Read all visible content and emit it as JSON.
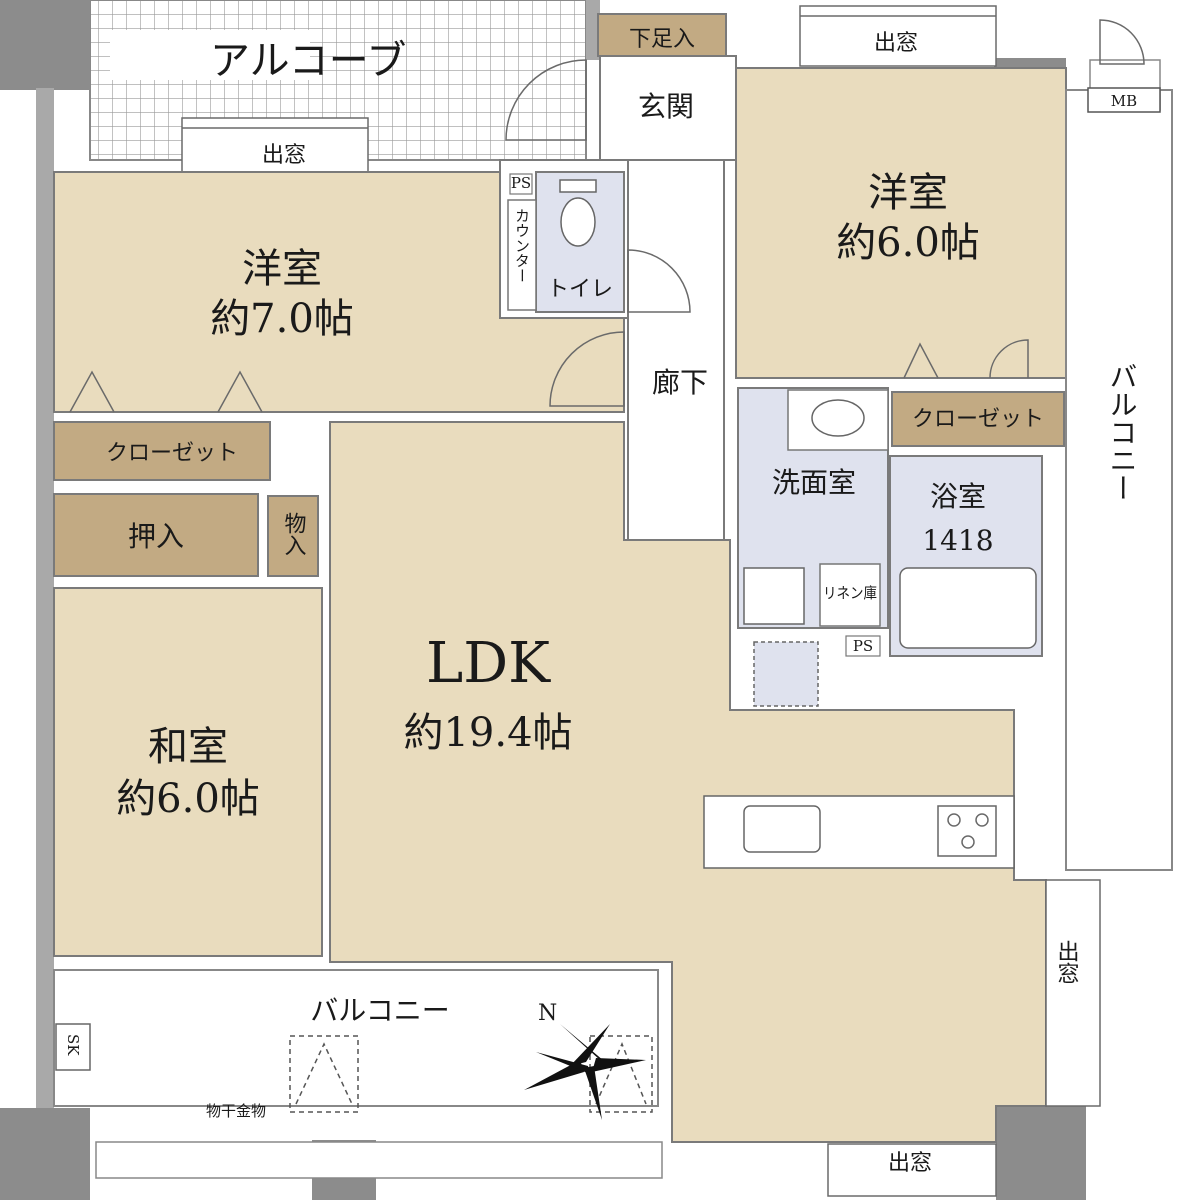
{
  "rooms": {
    "alcove": "アルコーブ",
    "shoe_storage": "下足入",
    "entrance": "玄関",
    "western_room_1": {
      "name": "洋室",
      "size": "約7.0帖"
    },
    "western_room_2": {
      "name": "洋室",
      "size": "約6.0帖"
    },
    "toilet": "トイレ",
    "counter": "カウンター",
    "hallway": "廊下",
    "closet_1": "クローゼット",
    "closet_2": "クローゼット",
    "oshiire": "押入",
    "storage": "物入",
    "washroom": "洗面室",
    "bathroom": {
      "name": "浴室",
      "size": "1418"
    },
    "linen": "リネン庫",
    "ldk": {
      "name": "LDK",
      "size": "約19.4帖"
    },
    "japanese_room": {
      "name": "和室",
      "size": "約6.0帖"
    },
    "balcony_south": "バルコニー",
    "balcony_east": "バルコニー",
    "laundry_hanger": "物干金物"
  },
  "labels": {
    "bay_window_top_left": "出窓",
    "bay_window_top_right": "出窓",
    "bay_window_right": "出窓",
    "bay_window_bottom": "出窓",
    "mb": "MB",
    "ps_toilet": "PS",
    "ps_wash": "PS",
    "sk": "SK",
    "north": "N"
  },
  "colors": {
    "room": "#e9dcbe",
    "wet_area": "#dfe2ee",
    "storage": "#c2aa83",
    "wall": "#8c8c8c"
  }
}
